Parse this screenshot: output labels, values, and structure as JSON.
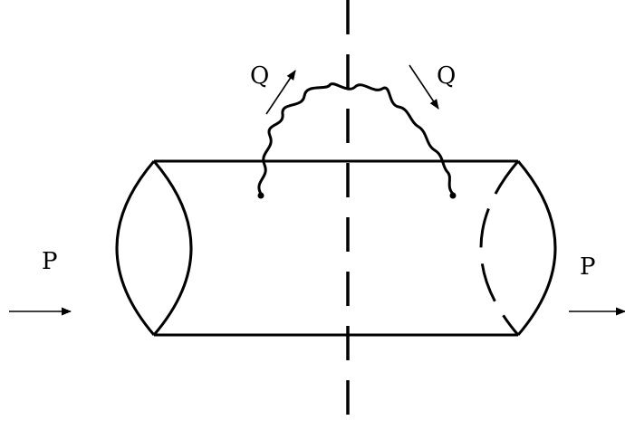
{
  "labels": {
    "incoming_momentum": "P",
    "outgoing_momentum": "P",
    "photon_left": "Q",
    "photon_right": "Q"
  },
  "colors": {
    "ink": "#000000",
    "background": "#ffffff"
  }
}
